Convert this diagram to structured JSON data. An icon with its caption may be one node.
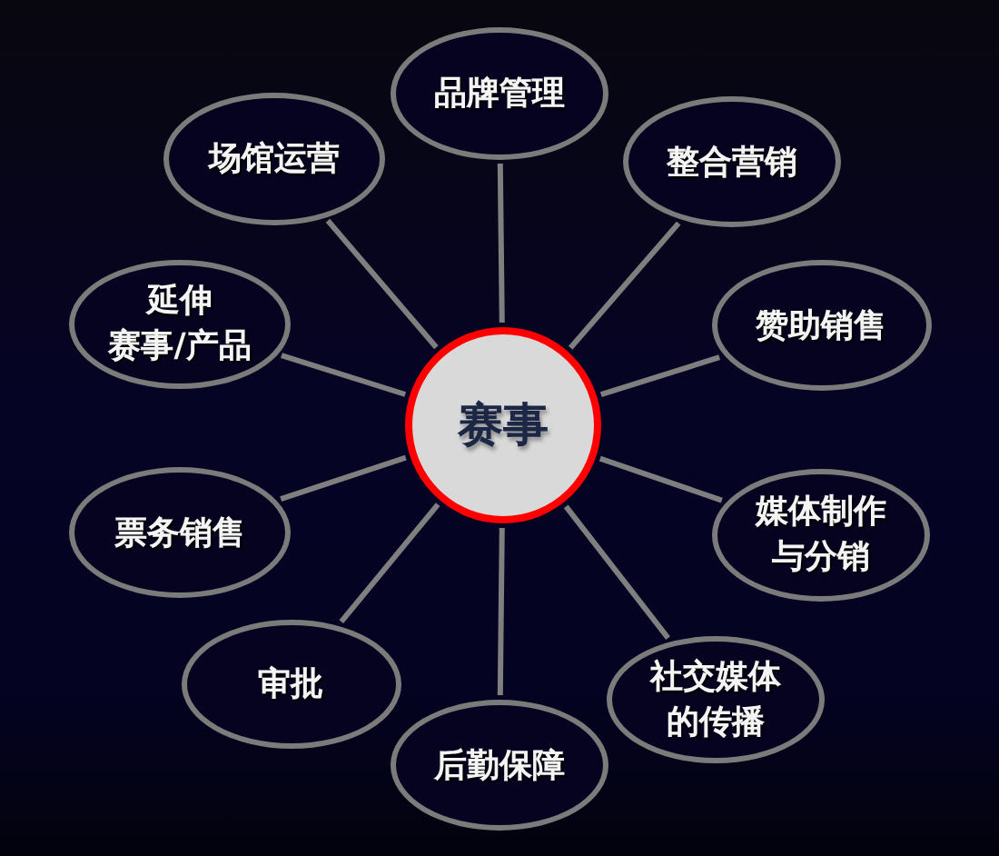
{
  "diagram": {
    "nodes": [
      {
        "text": [
          "赛事"
        ]
      },
      {
        "text": [
          "品牌管理"
        ]
      },
      {
        "text": [
          "整合营销"
        ]
      },
      {
        "text": [
          "赞助销售"
        ]
      },
      {
        "text": [
          "媒体制作与分销"
        ]
      },
      {
        "text": [
          "社交媒体的传播"
        ]
      },
      {
        "text": [
          "后勤保障"
        ]
      },
      {
        "text": [
          "审批"
        ]
      },
      {
        "text": [
          "票务销售"
        ]
      },
      {
        "text": [
          "延伸赛事/产品"
        ]
      },
      {
        "text": [
          "场馆运营"
        ]
      }
    ],
    "edges": [
      {
        "from": 0,
        "to": 1,
        "arrow": "none"
      },
      {
        "from": 0,
        "to": 2,
        "arrow": "none"
      },
      {
        "from": 0,
        "to": 3,
        "arrow": "none"
      },
      {
        "from": 0,
        "to": 4,
        "arrow": "none"
      },
      {
        "from": 0,
        "to": 5,
        "arrow": "none"
      },
      {
        "from": 0,
        "to": 6,
        "arrow": "none"
      },
      {
        "from": 0,
        "to": 7,
        "arrow": "none"
      },
      {
        "from": 0,
        "to": 8,
        "arrow": "none"
      },
      {
        "from": 0,
        "to": 9,
        "arrow": "none"
      },
      {
        "from": 0,
        "to": 10,
        "arrow": "none"
      }
    ]
  }
}
